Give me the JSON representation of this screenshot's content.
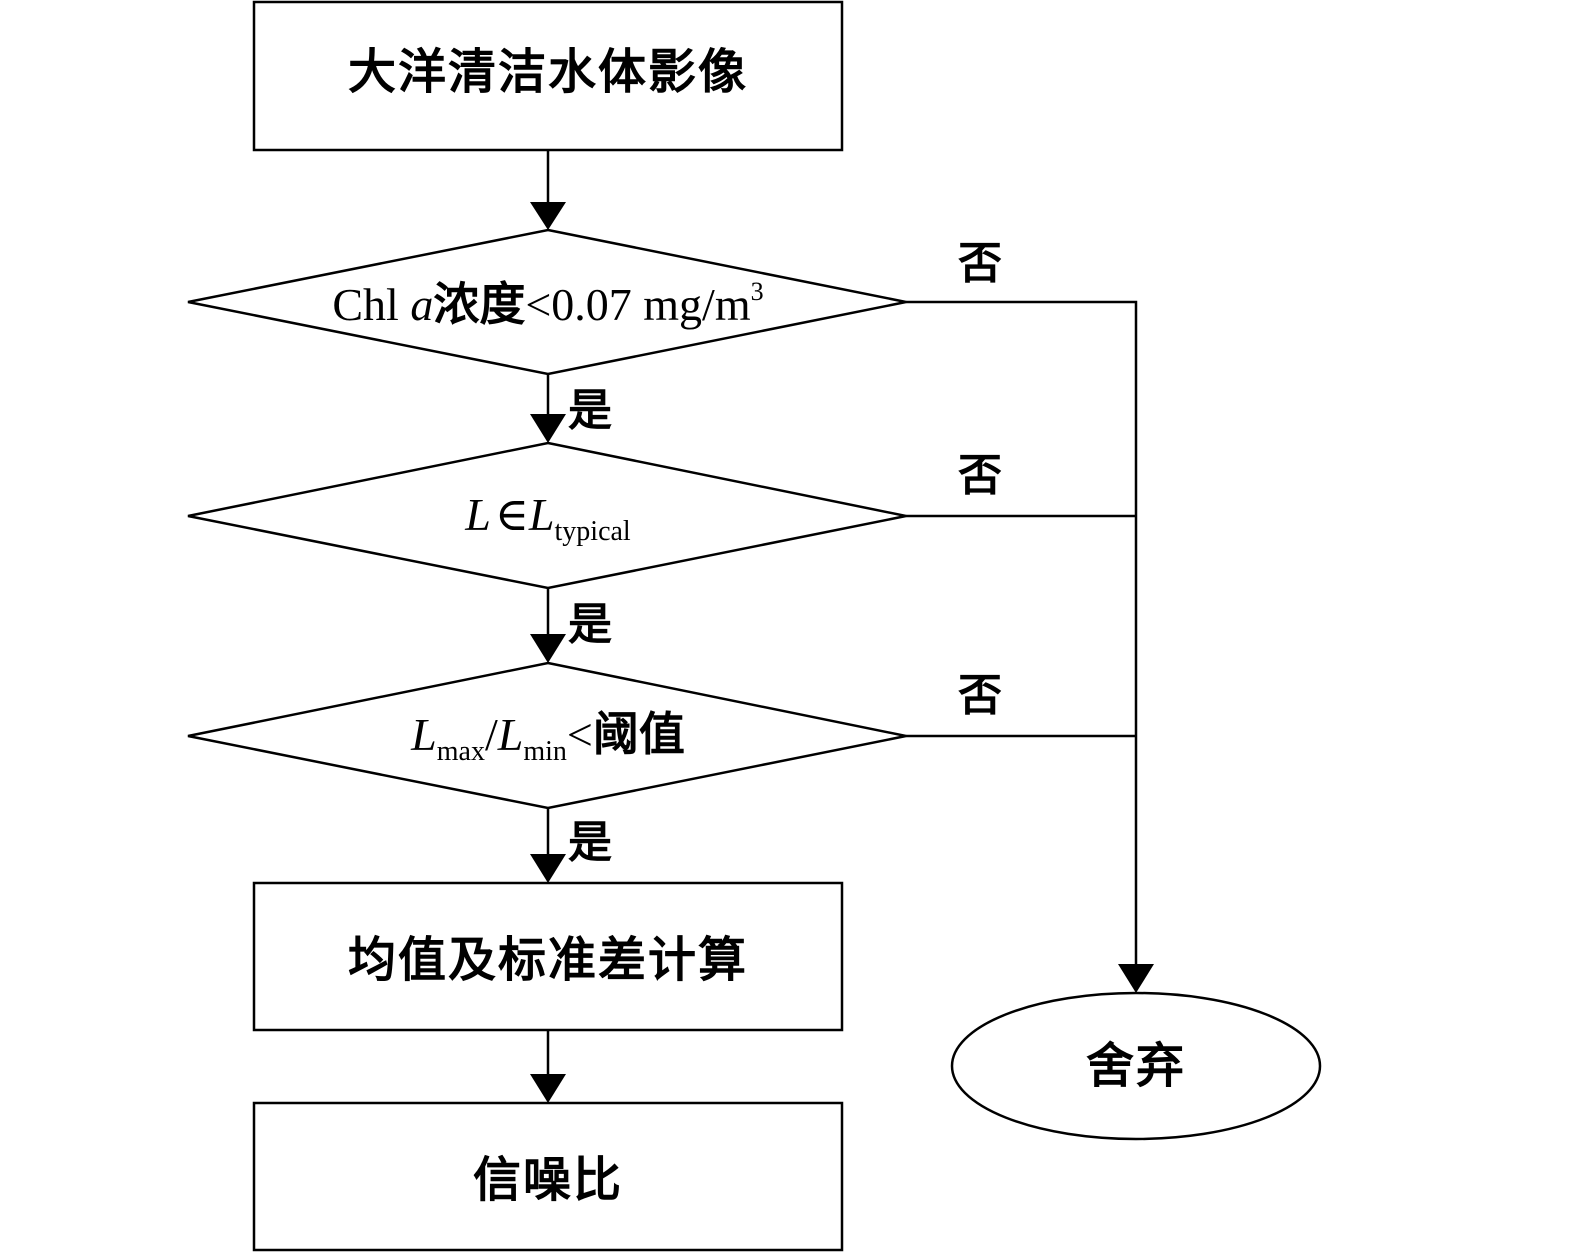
{
  "nodes": {
    "start": {
      "label": "大洋清洁水体影像"
    },
    "decision_chl": {
      "prefix": "Chl ",
      "var": "a",
      "cjk": "浓度",
      "rest": "<0.07 mg/m",
      "sup": "3"
    },
    "decision_typical": {
      "var_l": "L",
      "in_symbol": "∈",
      "var_l2": "L",
      "sub": "typical"
    },
    "decision_ratio": {
      "var_l": "L",
      "sub_max": "max",
      "slash": "/",
      "var_l2": "L",
      "sub_min": "min",
      "lt": "<",
      "cjk": "阈值"
    },
    "process_stats": {
      "label": "均值及标准差计算"
    },
    "output_snr": {
      "label": "信噪比"
    },
    "discard": {
      "label": "舍弃"
    }
  },
  "edges": {
    "yes_label": "是",
    "no_label": "否"
  }
}
